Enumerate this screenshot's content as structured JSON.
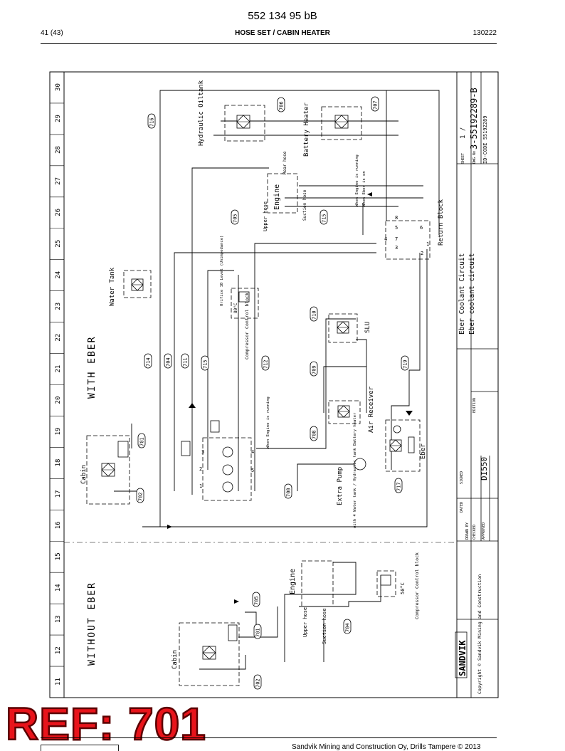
{
  "header": {
    "doc_number": "552 134 95 bB",
    "page": "41 (43)",
    "section_title": "HOSE SET / CABIN HEATER",
    "date": "130222"
  },
  "diagram": {
    "column_numbers": [
      "11",
      "12",
      "13",
      "14",
      "15",
      "16",
      "17",
      "18",
      "19",
      "20",
      "21",
      "22",
      "23",
      "24",
      "25",
      "26",
      "27",
      "28",
      "29",
      "30"
    ],
    "section_with_eber": "WITH EBER",
    "section_without_eber": "WITHOUT EBER",
    "components": {
      "hydraulic_oil_tank": "Hydraulic Oiltank",
      "battery_heater": "Battery Heater",
      "engine": "Engine",
      "engine_upper_hose": "Upper hose",
      "engine_suction_hose": "Suction hose",
      "engine_rear_hose": "Rear hose",
      "engine_note_1": "When Engine is running",
      "engine_note_2": "When Eber is on",
      "return_block": "Return Block",
      "water_tank": "Water Tank",
      "orifice_note": "Orifice 10 Level (Unimpedance)",
      "sensor_temp": "80°C",
      "compressor_control_block": "Compressor Control block",
      "slu": "SLU",
      "air_receiver": "Air Receiver",
      "eber": "Eber",
      "extra_pump": "Extra Pump",
      "extra_pump_note": "with 4 Water tank / Hydraulic tank Battery heater",
      "cabin": "Cabin",
      "when_engine_running": "When Engine is running",
      "wo_engine": "Engine",
      "wo_upper_hose": "Upper hose",
      "wo_suction_hose": "Suction hose",
      "wo_cabin": "Cabin",
      "wo_compressor_control_block": "Compressor Control block",
      "wo_sensor_temp": "50°C"
    },
    "ports": [
      "1",
      "2",
      "3",
      "4",
      "5"
    ],
    "return_ports": [
      "1",
      "2",
      "3",
      "4",
      "5",
      "6",
      "7",
      "8"
    ],
    "ref_numbers": {
      "r716": "716",
      "r706": "706",
      "r707": "707",
      "r705": "705",
      "r715": "715",
      "r714": "714",
      "r704": "704",
      "r711": "711",
      "r715b": "715",
      "r712": "712",
      "r710": "710",
      "r709": "709",
      "r719": "719",
      "r701": "701",
      "r708": "708",
      "r702": "702",
      "r700": "700",
      "r717": "717",
      "wo705": "705",
      "wo701": "701",
      "wo704": "704",
      "wo702": "702"
    }
  },
  "title_block": {
    "title_1": "Eber Coolant Circuit",
    "title_2": "Eber coolant circuit",
    "sheet_label": "SHEET",
    "sheet_value": "1 /",
    "drawing_number": "3-55192289-B",
    "dwg_label": "DWG No",
    "id_code": "ID-CODE 55192289",
    "model": "DI550",
    "edition_label": "EDITION",
    "drawn_by_label": "DRAWN BY",
    "checked_label": "CHECKED",
    "approved_label": "APPROVED",
    "dated_label": "DATED",
    "signed_label": "SIGNED",
    "brand": "SANDVIK",
    "copyright": "Copyright © Sandvik Mining and Construction"
  },
  "ref_label": "REF: 701",
  "footer": {
    "company": "Sandvik Mining and Construction Oy, Drills Tampere © 2013"
  }
}
